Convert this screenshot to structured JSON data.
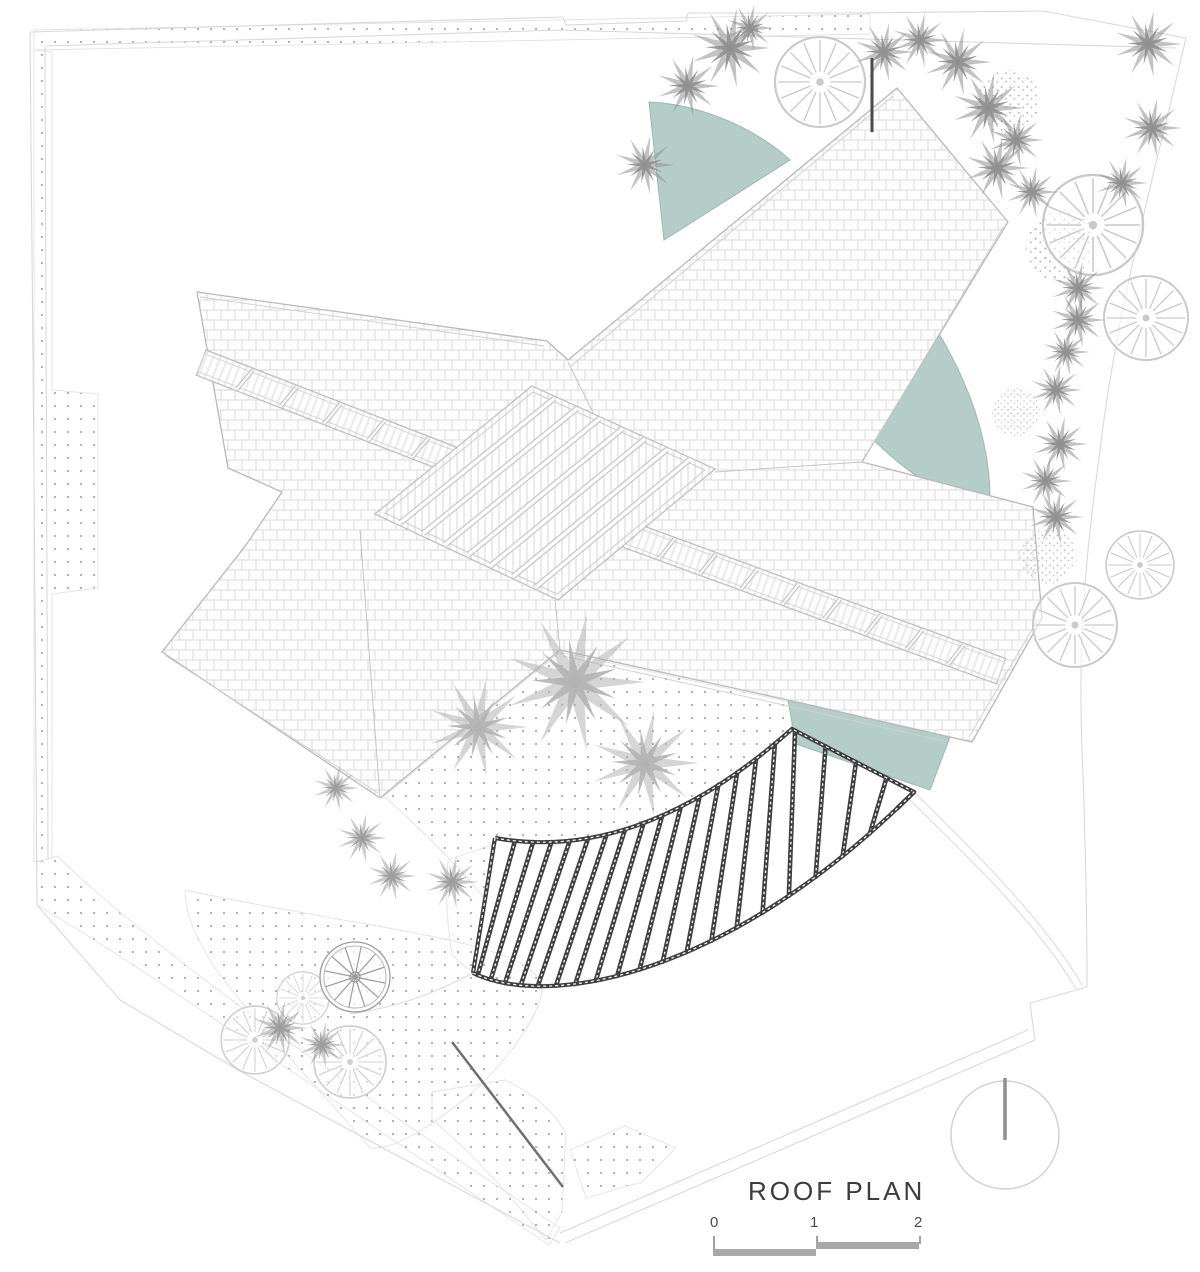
{
  "drawing": {
    "title": "ROOF PLAN",
    "scale_bar": {
      "tick_labels": [
        "0",
        "1",
        "2"
      ]
    },
    "colors": {
      "teal_feature": "#b5cdc9",
      "teal_edge": "#9cb8b3",
      "pergola_beam": "#3f3f3f",
      "roof_edge": "#b9b9b9",
      "hatch_line": "#dadada",
      "palm_dark": "#8f8f8f",
      "palm_medium": "#9c9c9c",
      "palm_light": "#b2b2b2",
      "round_tree": "#c9c9c9",
      "foliage_light": "#cfcfcf",
      "stipple_dot": "#aeaeae",
      "boundary_line": "#d9d9d9",
      "wall_dark": "#707070",
      "north_line": "#8f8f8f",
      "stair_line": "#9c9c9c",
      "title_color": "#3c3c3c",
      "scale_bar_fill": "#a8a8a8"
    }
  }
}
